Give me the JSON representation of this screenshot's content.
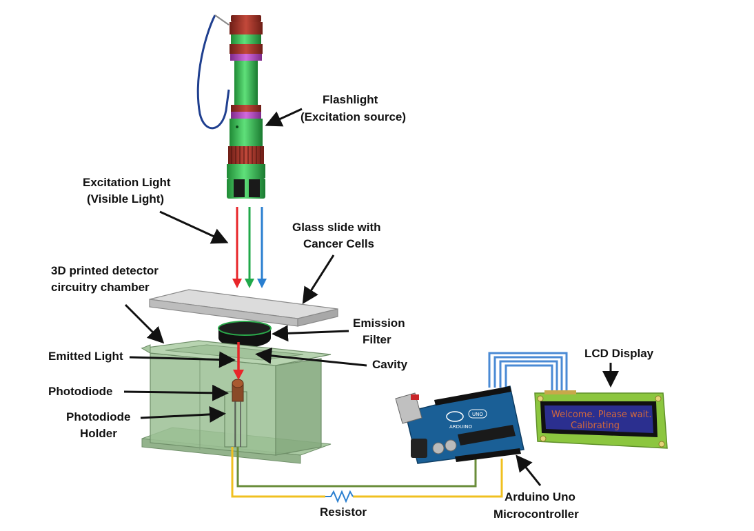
{
  "labels": {
    "flashlight": [
      "Flashlight",
      "(Excitation source)"
    ],
    "excitation_light": [
      "Excitation Light",
      "(Visible Light)"
    ],
    "glass_slide": [
      "Glass slide with",
      "Cancer Cells"
    ],
    "chamber": [
      "3D printed detector",
      "circuitry chamber"
    ],
    "emission_filter": [
      "Emission",
      "Filter"
    ],
    "emitted_light": "Emitted Light",
    "cavity": "Cavity",
    "photodiode": "Photodiode",
    "photodiode_holder": [
      "Photodiode",
      "Holder"
    ],
    "lcd_display": "LCD Display",
    "resistor": "Resistor",
    "arduino": [
      "Arduino Uno",
      "Microcontroller"
    ]
  },
  "lcd_screen": {
    "line1": "Welcome. Please wait.",
    "line2": "Calibrating"
  },
  "arduino_board": {
    "logo": "ARDUINO",
    "model": "UNO"
  },
  "colors": {
    "flashlight_body": "#2fb84a",
    "flashlight_bands": "#b03a2e",
    "flashlight_accent": "#b646c4",
    "beam_red": "#e8262a",
    "beam_green": "#20a84a",
    "beam_blue": "#2a7fd0",
    "chamber": "#9bbf94",
    "glass_slide": "#c9c9c9",
    "arduino_board": "#1a5f96",
    "lcd_bezel": "#8cc63f",
    "lcd_screen": "#2b2f8f",
    "lcd_text": "#d2693c",
    "wire_green": "#6a8d3a",
    "wire_yellow": "#f0c020",
    "wire_blue": "#4a8ad4"
  }
}
